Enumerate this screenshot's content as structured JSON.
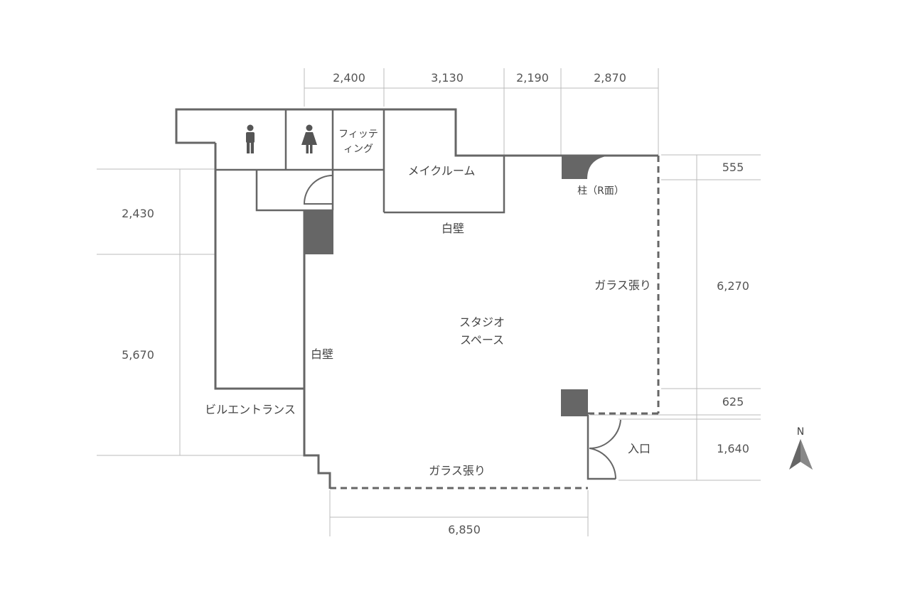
{
  "dimensions": {
    "top": [
      "2,400",
      "3,130",
      "2,190",
      "2,870"
    ],
    "left": [
      "2,430",
      "5,670"
    ],
    "right": [
      "555",
      "6,270",
      "625",
      "1,640"
    ],
    "bottom": "6,850"
  },
  "labels": {
    "fitting_line1": "フィッテ",
    "fitting_line2": "ィング",
    "make_room": "メイクルーム",
    "pillar": "柱（R面）",
    "white_wall_top": "白壁",
    "glass_right": "ガラス張り",
    "studio_line1": "スタジオ",
    "studio_line2": "スペース",
    "white_wall_left": "白壁",
    "building_entrance": "ビルエントランス",
    "entrance": "入口",
    "glass_bottom": "ガラス張り"
  },
  "compass": {
    "label": "N"
  },
  "icons": [
    "male-restroom-icon",
    "female-restroom-icon",
    "north-arrow-icon"
  ],
  "colors": {
    "wall": "#666666",
    "dimension_line": "#bbbbbb",
    "text": "#444444"
  }
}
